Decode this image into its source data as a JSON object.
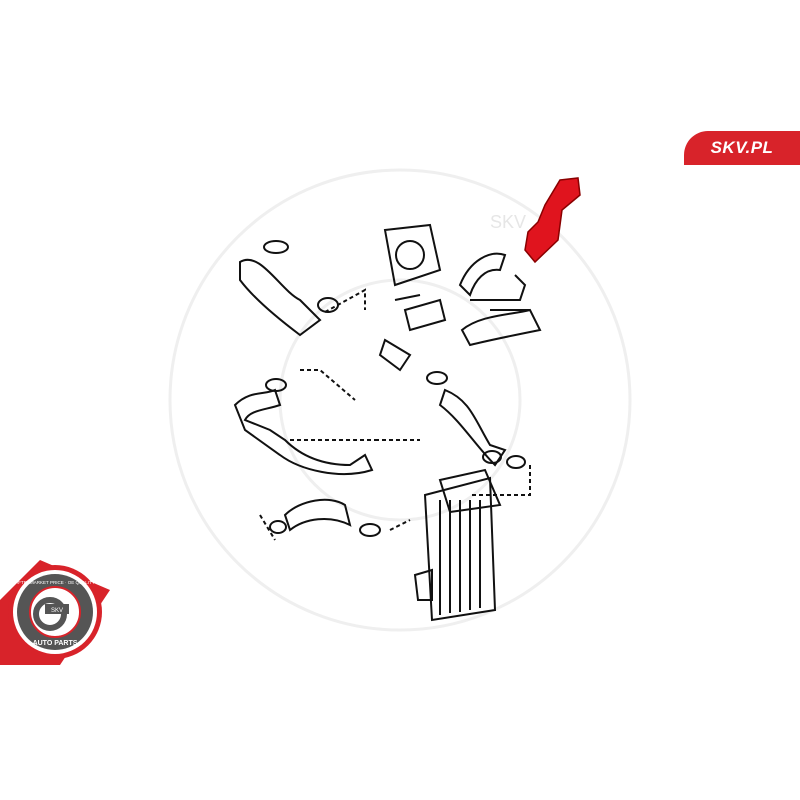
{
  "brand": {
    "label": "SKV.PL",
    "color": "#d8232a"
  },
  "badge": {
    "ring_text": "AFTERMARKET PRICE · OE QUALITY",
    "center_text": "SKV",
    "bottom_text": "AUTO PARTS"
  },
  "watermark": {
    "text": "SKV"
  },
  "highlight_color": "#e0141e"
}
